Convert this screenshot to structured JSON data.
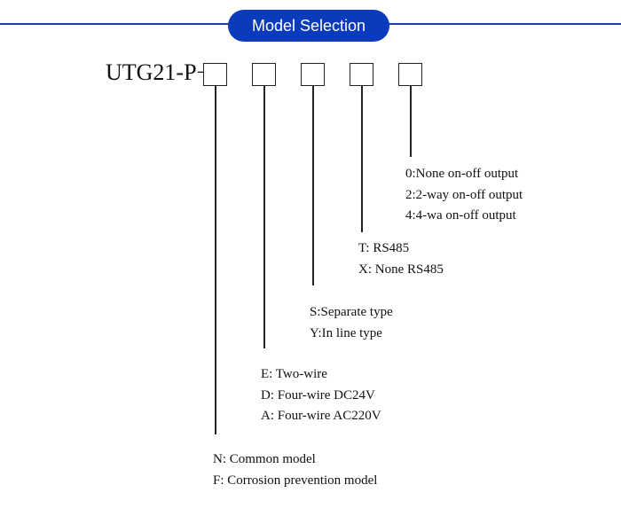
{
  "header": {
    "title": "Model Selection",
    "accent": "#0a3bbd"
  },
  "model_code": {
    "prefix": "UTG21-P−"
  },
  "positions": [
    {
      "options": [
        "N: Common model",
        "F: Corrosion prevention model"
      ]
    },
    {
      "options": [
        "E: Two-wire",
        "D: Four-wire DC24V",
        "A: Four-wire AC220V"
      ]
    },
    {
      "options": [
        "S:Separate type",
        "Y:In line type"
      ]
    },
    {
      "options": [
        "T: RS485",
        "X: None RS485"
      ]
    },
    {
      "options": [
        "0:None on-off output",
        "2:2-way on-off output",
        "4:4-wa on-off output"
      ]
    }
  ]
}
